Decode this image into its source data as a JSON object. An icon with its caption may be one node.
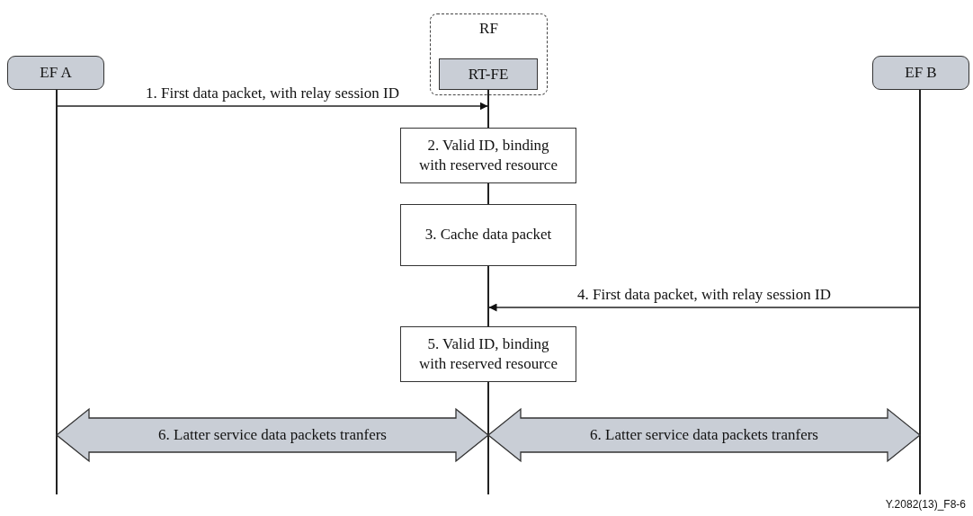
{
  "diagram": {
    "nodes": [
      {
        "text": [
          "RF"
        ]
      },
      {
        "text": [
          "RT-FE"
        ],
        "in": 0
      },
      {
        "text": [
          "EF A"
        ]
      },
      {
        "text": [
          "EF B"
        ]
      },
      {
        "text": [
          "2. Valid ID, binding with reserved resource"
        ]
      },
      {
        "text": [
          "3. Cache data packet"
        ]
      },
      {
        "text": [
          "5. Valid ID, binding with reserved resource"
        ]
      },
      {
        "text": [],
        "shape": "line"
      },
      {
        "text": [],
        "shape": "line"
      },
      {
        "text": [],
        "shape": "line"
      },
      {
        "text": [],
        "shape": "line"
      },
      {
        "text": [],
        "shape": "line"
      },
      {
        "text": [],
        "shape": "line"
      }
    ],
    "edges": [
      {
        "from": 7,
        "to": 8,
        "arrow": "to",
        "label": "1. First data packet, with relay session ID"
      },
      {
        "from": 12,
        "to": 10,
        "arrow": "to",
        "label": "4. First data packet, with relay session ID"
      },
      {
        "from": 7,
        "to": 11,
        "arrow": "both",
        "style": "thick",
        "label": "6. Latter service data packets tranfers"
      },
      {
        "from": 11,
        "to": 12,
        "arrow": "both",
        "style": "thick",
        "label": "6. Latter service data packets tranfers"
      }
    ],
    "labels": [
      "Y.2082(13)_F8-6"
    ]
  }
}
